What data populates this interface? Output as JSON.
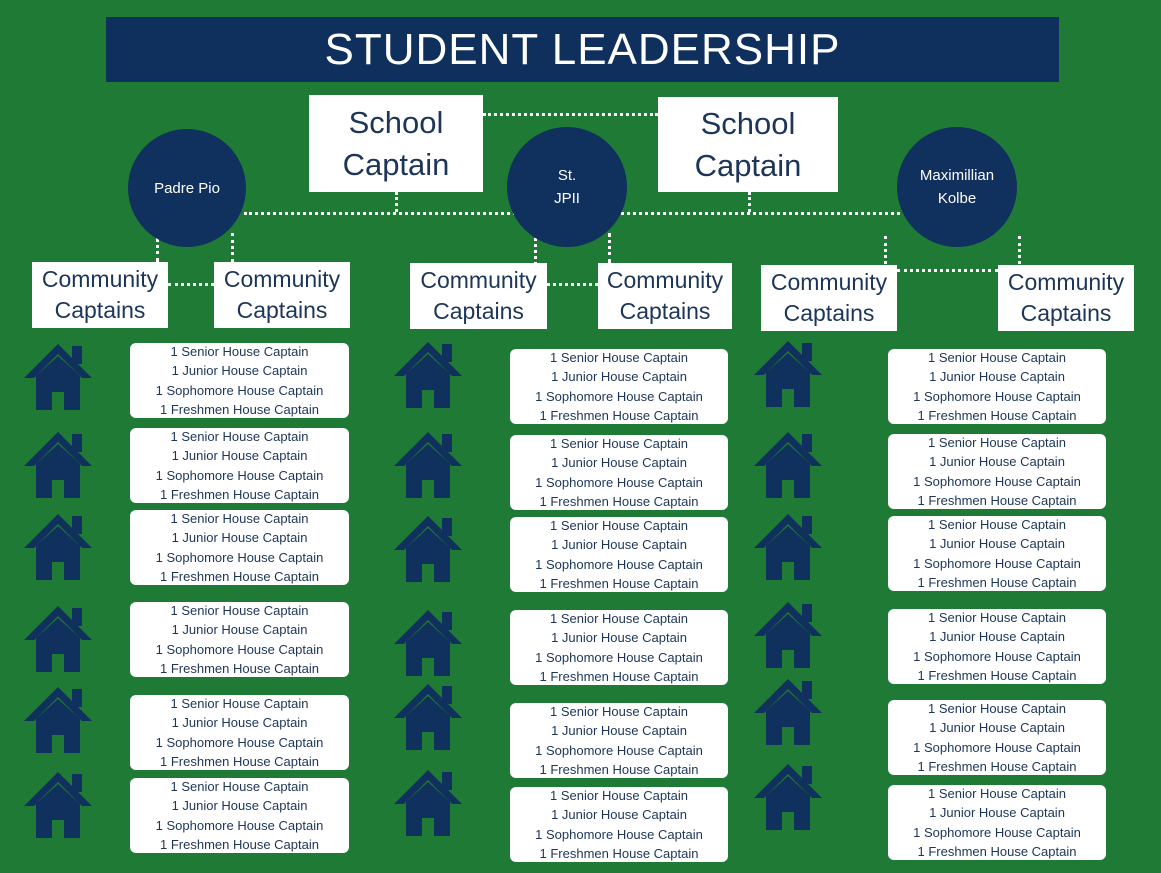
{
  "title": "STUDENT LEADERSHIP",
  "school_captains": [
    {
      "line1": "School",
      "line2": "Captain"
    },
    {
      "line1": "School",
      "line2": "Captain"
    }
  ],
  "houses": [
    {
      "line1": "Padre Pio",
      "line2": ""
    },
    {
      "line1": "St.",
      "line2": "JPII"
    },
    {
      "line1": "Maximillian",
      "line2": "Kolbe"
    }
  ],
  "community_captains": [
    {
      "line1": "Community",
      "line2": "Captains"
    },
    {
      "line1": "Community",
      "line2": "Captains"
    },
    {
      "line1": "Community",
      "line2": "Captains"
    },
    {
      "line1": "Community",
      "line2": "Captains"
    },
    {
      "line1": "Community",
      "line2": "Captains"
    },
    {
      "line1": "Community",
      "line2": "Captains"
    }
  ],
  "house_card": {
    "senior": "1 Senior House Captain",
    "junior": "1 Junior House Captain",
    "sophomore": "1 Sophomore House Captain",
    "freshmen": "1 Freshmen House Captain"
  },
  "colors": {
    "background": "#1e7a34",
    "navy": "#10305d",
    "box": "#ffffff",
    "text": "#1c3558"
  },
  "icons": {
    "house": "house-icon"
  }
}
